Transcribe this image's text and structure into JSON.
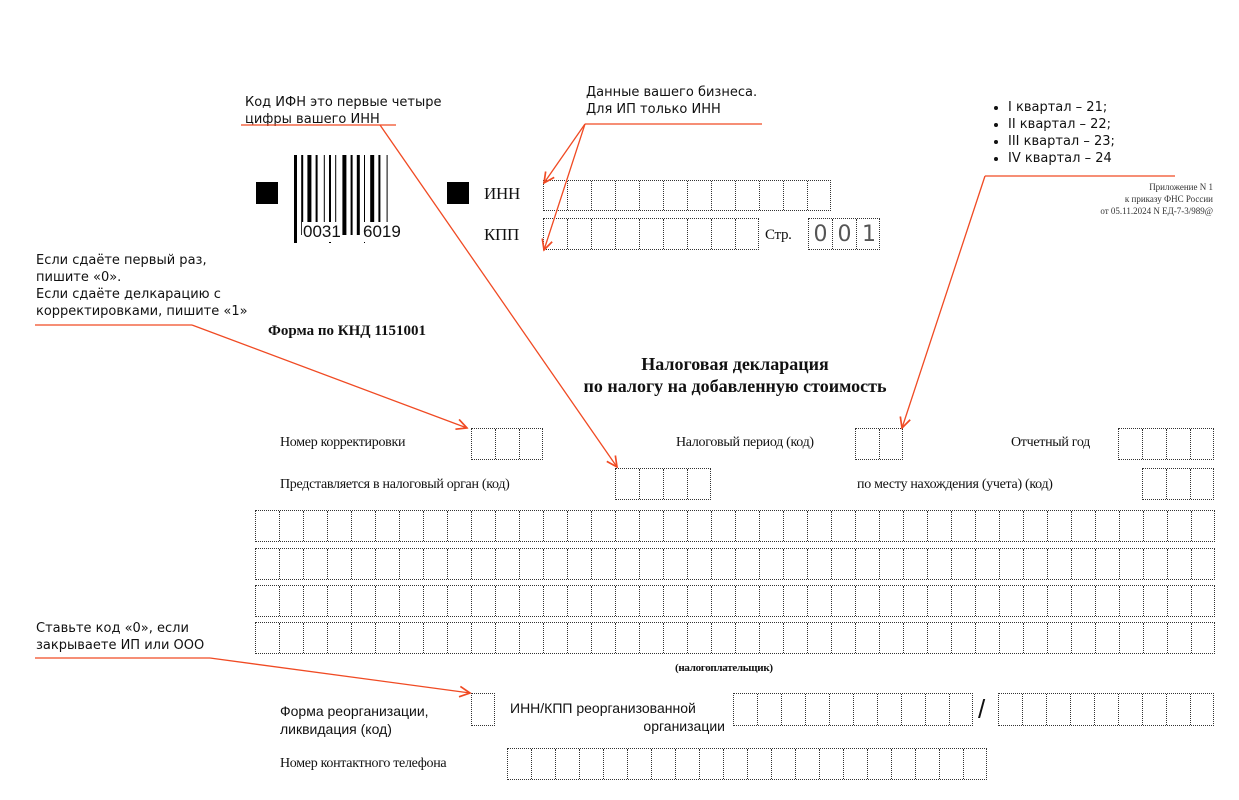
{
  "annotations": {
    "ifns": [
      "Код ИФН это первые четыре",
      "цифры вашего ИНН"
    ],
    "business": [
      "Данные вашего бизнеса.",
      "Для ИП только ИНН"
    ],
    "quarters": [
      "I квартал – 21;",
      "II квартал – 22;",
      "III квартал – 23;",
      "IV квартал – 24"
    ],
    "correction": [
      "Если сдаёте первый раз,",
      "пишите «0».",
      "Если сдаёте делкарацию с",
      "корректировками, пишите «1»"
    ],
    "reorg": [
      "Ставьте код «0», если",
      "закрываете ИП или ООО"
    ]
  },
  "accent_color": "#f04a23",
  "barcode_number": [
    "0031",
    "6019"
  ],
  "header": {
    "inn_label": "ИНН",
    "kpp_label": "КПП",
    "page_label": "Стр.",
    "page_digits": [
      "0",
      "0",
      "1"
    ],
    "appendix": [
      "Приложение N 1",
      "к приказу ФНС России",
      "от 05.11.2024 N ЕД-7-3/989@"
    ]
  },
  "form_code": "Форма по КНД 1151001",
  "title": [
    "Налоговая декларация",
    "по налогу на добавленную стоимость"
  ],
  "fields": {
    "correction_number": "Номер корректировки",
    "tax_period": "Налоговый период (код)",
    "report_year": "Отчетный год",
    "tax_authority": "Представляется в налоговый орган (код)",
    "location": "по месту нахождения (учета) (код)",
    "taxpayer": "(налогоплательщик)",
    "reorg_form": [
      "Форма реорганизации,",
      "ликвидация (код)"
    ],
    "reorg_inn_kpp": [
      "ИНН/КПП реорганизованной",
      "организации"
    ],
    "slash": "/",
    "phone": "Номер контактного телефона"
  }
}
